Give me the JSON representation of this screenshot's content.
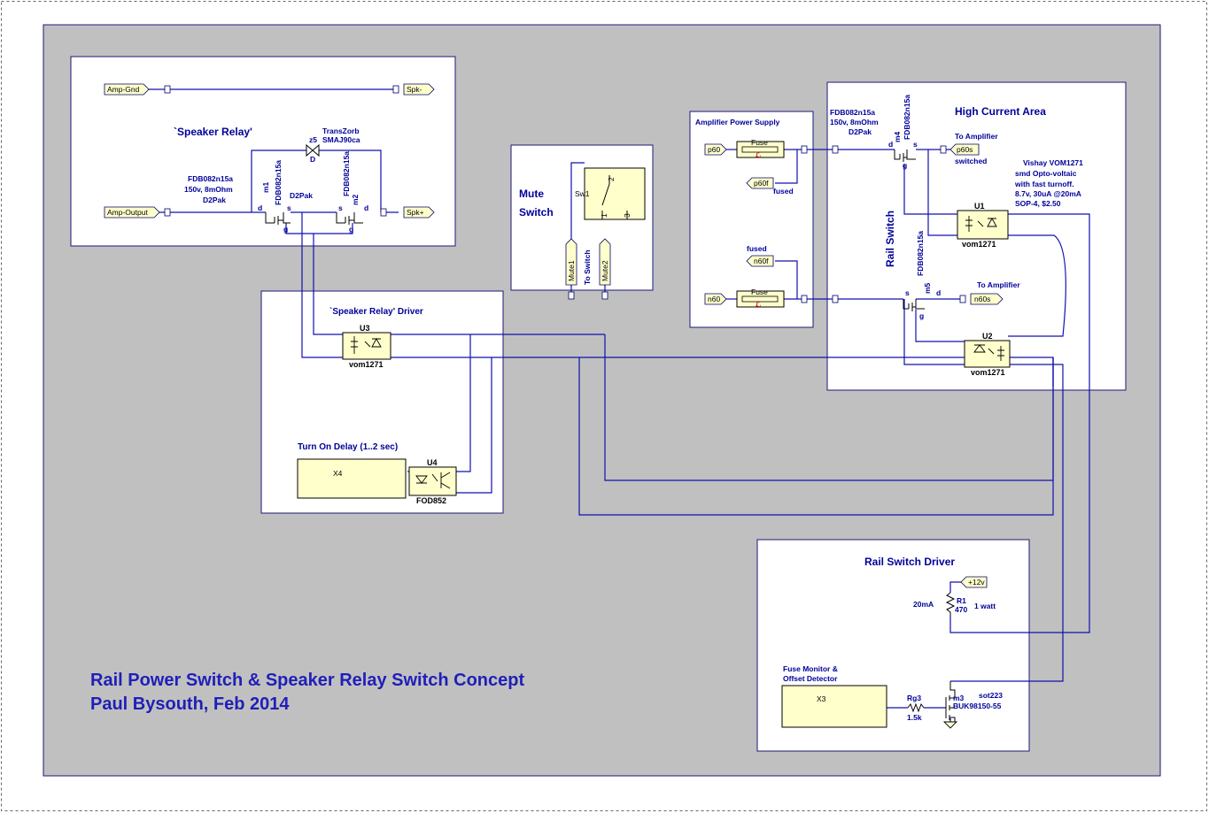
{
  "title": {
    "line1": "Rail Power Switch & Speaker Relay Switch Concept",
    "line2": "Paul Bysouth,  Feb  2014"
  },
  "speaker_relay": {
    "heading": "`Speaker Relay'",
    "amp_gnd": "Amp-Gnd",
    "amp_output": "Amp-Output",
    "spk_minus": "Spk-",
    "spk_plus": "Spk+",
    "tvs_ref": "z5",
    "tvs_type": "D",
    "tvs_name": "TransZorb",
    "tvs_part": "SMAJ90ca",
    "fet_part": "FDB082n15a",
    "fet_spec1": "150v,  8mOhm",
    "fet_spec2": "D2Pak",
    "m1": "m1",
    "m2": "m2",
    "fet_part_m1": "FDB082n15a",
    "fet_part_m2": "FDB082n15a",
    "d2pak2": "D2Pak",
    "pin_d": "d",
    "pin_s": "s",
    "pin_g": "g"
  },
  "speaker_driver": {
    "heading": "`Speaker Relay' Driver",
    "u3_ref": "U3",
    "u3_part": "vom1271",
    "delay_heading": "Turn On Delay (1..2 sec)",
    "x4": "X4",
    "u4_ref": "U4",
    "u4_part": "FOD852"
  },
  "mute": {
    "heading_line1": "Mute",
    "heading_line2": "Switch",
    "sw_ref": "Sw1",
    "pin1": "1",
    "pin2": "2",
    "pin3": "3",
    "port1": "Mute1",
    "port2": "Mute2",
    "to_switch": "To Switch"
  },
  "supply": {
    "heading": "Amplifier Power Supply",
    "p60": "p60",
    "p60f": "p60f",
    "fused1": "fused",
    "fused2": "fused",
    "n60f": "n60f",
    "n60": "n60",
    "fuse1": "Fuse",
    "fuse2": "Fuse"
  },
  "high_current": {
    "heading": "High Current Area",
    "vertical_label": "Rail Switch",
    "fet_part": "FDB082n15a",
    "fet_spec1": "150v,  8mOhm",
    "fet_spec2": "D2Pak",
    "m4": "m4",
    "m5": "m5",
    "fet_part_m4": "FDB082n15a",
    "fet_part_m5": "FDB082n15a",
    "to_amp1": "To Amplifier",
    "p60s": "p60s",
    "switched": "switched",
    "to_amp2": "To Amplifier",
    "n60s": "n60s",
    "note1": "Vishay  VOM1271",
    "note2": "smd  Opto-voltaic",
    "note3": "with fast turnoff.",
    "note4": "8.7v,  30uA  @20mA",
    "note5": "SOP-4,  $2.50",
    "u1_ref": "U1",
    "u1_part": "vom1271",
    "u2_ref": "U2",
    "u2_part": "vom1271",
    "pin_d": "d",
    "pin_s": "s",
    "pin_g": "g"
  },
  "rail_driver": {
    "heading": "Rail Switch Driver",
    "v12": "+12v",
    "current": "20mA",
    "r1_ref": "R1",
    "r1_val": "470",
    "r1_power": "1 watt",
    "fuse_mon1": "Fuse Monitor &",
    "fuse_mon2": "Offset Detector",
    "x3": "X3",
    "rg3_ref": "Rg3",
    "rg3_val": "1.5k",
    "m3_ref": "m3",
    "m3_pkg": "sot223",
    "m3_part": "BUK98150-55"
  },
  "colors": {
    "canvas": "#c0c0c0",
    "wire": "#1010b0",
    "component_fill": "#ffffcc",
    "label": "#00009a"
  }
}
